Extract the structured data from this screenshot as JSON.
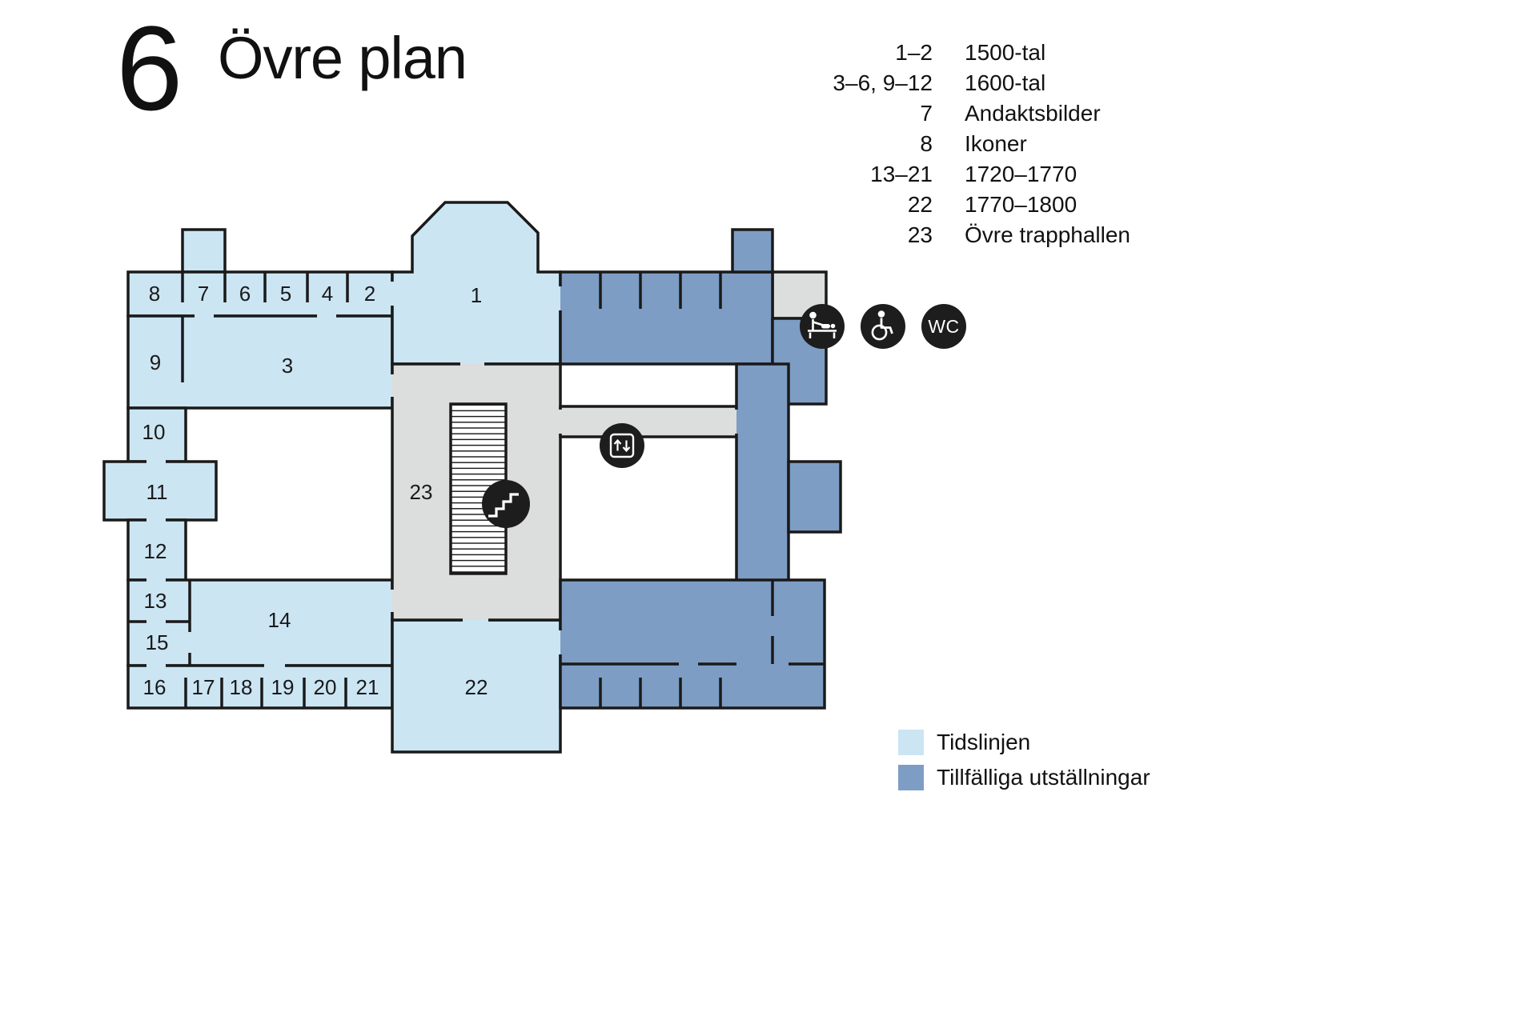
{
  "header": {
    "floor_number": "6",
    "title": "Övre plan"
  },
  "room_legend": [
    {
      "rooms": "1–2",
      "label": "1500-tal"
    },
    {
      "rooms": "3–6, 9–12",
      "label": "1600-tal"
    },
    {
      "rooms": "7",
      "label": "Andaktsbilder"
    },
    {
      "rooms": "8",
      "label": "Ikoner"
    },
    {
      "rooms": "13–21",
      "label": "1720–1770"
    },
    {
      "rooms": "22",
      "label": "1770–1800"
    },
    {
      "rooms": "23",
      "label": "Övre trapphallen"
    }
  ],
  "color_legend": [
    {
      "label": "Tidslinjen",
      "color": "#cbe5f3"
    },
    {
      "label": "Tillfälliga utställningar",
      "color": "#7e9dc4"
    }
  ],
  "colors": {
    "timeline": "#cbe5f3",
    "temporary": "#7e9dc4",
    "hall": "#dcdddd",
    "wall": "#1a1a1a",
    "icon": "#1d1d1d"
  },
  "rooms": {
    "r1": "1",
    "r2": "2",
    "r3": "3",
    "r4": "4",
    "r5": "5",
    "r6": "6",
    "r7": "7",
    "r8": "8",
    "r9": "9",
    "r10": "10",
    "r11": "11",
    "r12": "12",
    "r13": "13",
    "r14": "14",
    "r15": "15",
    "r16": "16",
    "r17": "17",
    "r18": "18",
    "r19": "19",
    "r20": "20",
    "r21": "21",
    "r22": "22",
    "r23": "23"
  },
  "icons": {
    "wc_label": "WC"
  }
}
